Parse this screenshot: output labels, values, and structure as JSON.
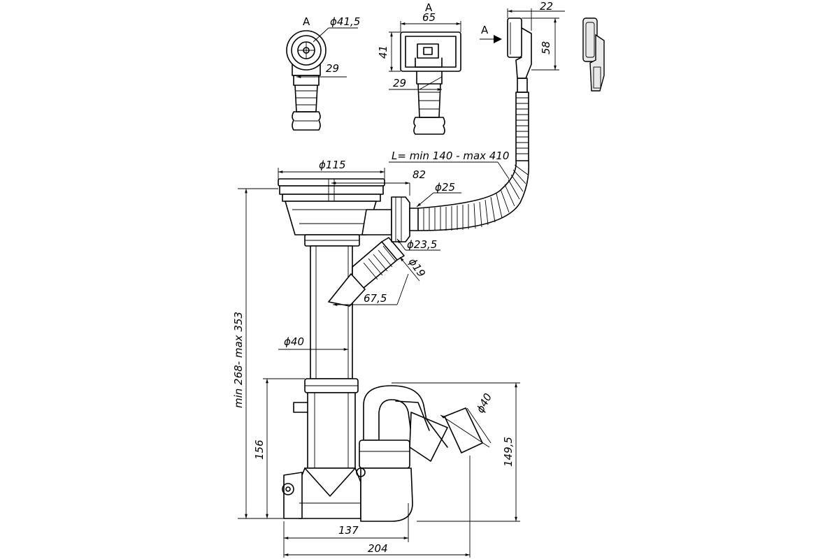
{
  "views": {
    "view_a_left_label": "A",
    "view_a_mid_label": "A",
    "arrow_a_label": "A"
  },
  "dimensions": {
    "d415": "ϕ41,5",
    "w29_left": "29",
    "w65": "65",
    "h41": "41",
    "w29_mid": "29",
    "w22": "22",
    "h58": "58",
    "d115": "ϕ115",
    "w82": "82",
    "hose_length": "L= min 140 - max 410",
    "d25": "ϕ25",
    "d235": "ϕ23,5",
    "d19": "ϕ19",
    "w675": "67,5",
    "d40_pipe": "ϕ40",
    "overall_height": "min 268- max 353",
    "h156": "156",
    "d40_outlet": "ϕ40",
    "h1495": "149,5",
    "w137": "137",
    "w204": "204"
  },
  "colors": {
    "line": "#000000",
    "background": "#ffffff",
    "fill": "#e9e9e9"
  }
}
